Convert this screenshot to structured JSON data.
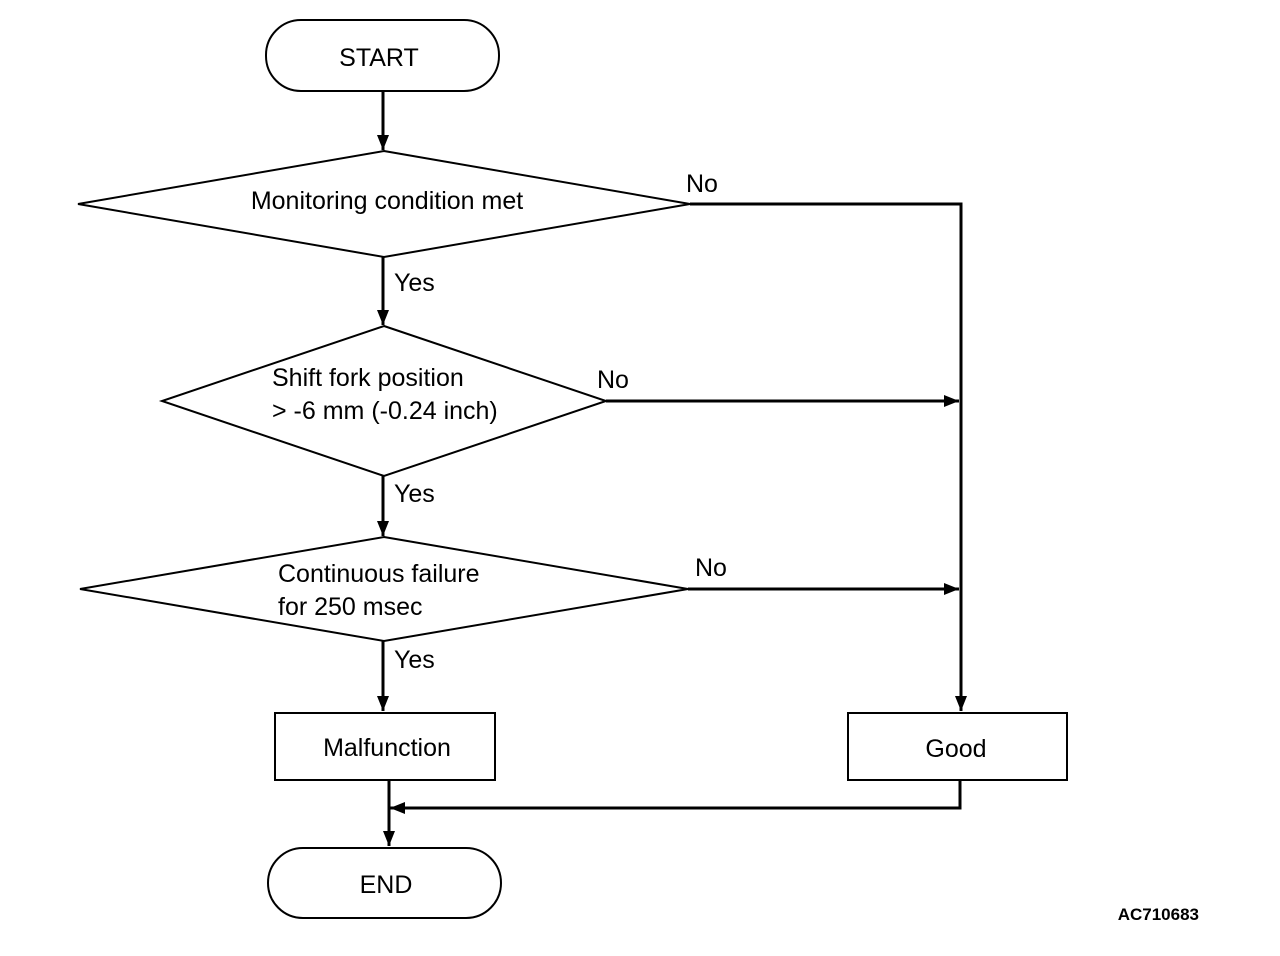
{
  "diagram": {
    "nodes": {
      "start": {
        "label": "START"
      },
      "monitoring": {
        "label": "Monitoring condition met"
      },
      "shift_fork": {
        "line1": "Shift fork position",
        "line2": "> -6 mm (-0.24 inch)"
      },
      "continuous": {
        "line1": "Continuous failure",
        "line2": "for 250 msec"
      },
      "malfunction": {
        "label": "Malfunction"
      },
      "good": {
        "label": "Good"
      },
      "end": {
        "label": "END"
      }
    },
    "edges": {
      "monitoring_yes": "Yes",
      "monitoring_no": "No",
      "shift_fork_yes": "Yes",
      "shift_fork_no": "No",
      "continuous_yes": "Yes",
      "continuous_no": "No"
    },
    "figure_code": "AC710683"
  }
}
